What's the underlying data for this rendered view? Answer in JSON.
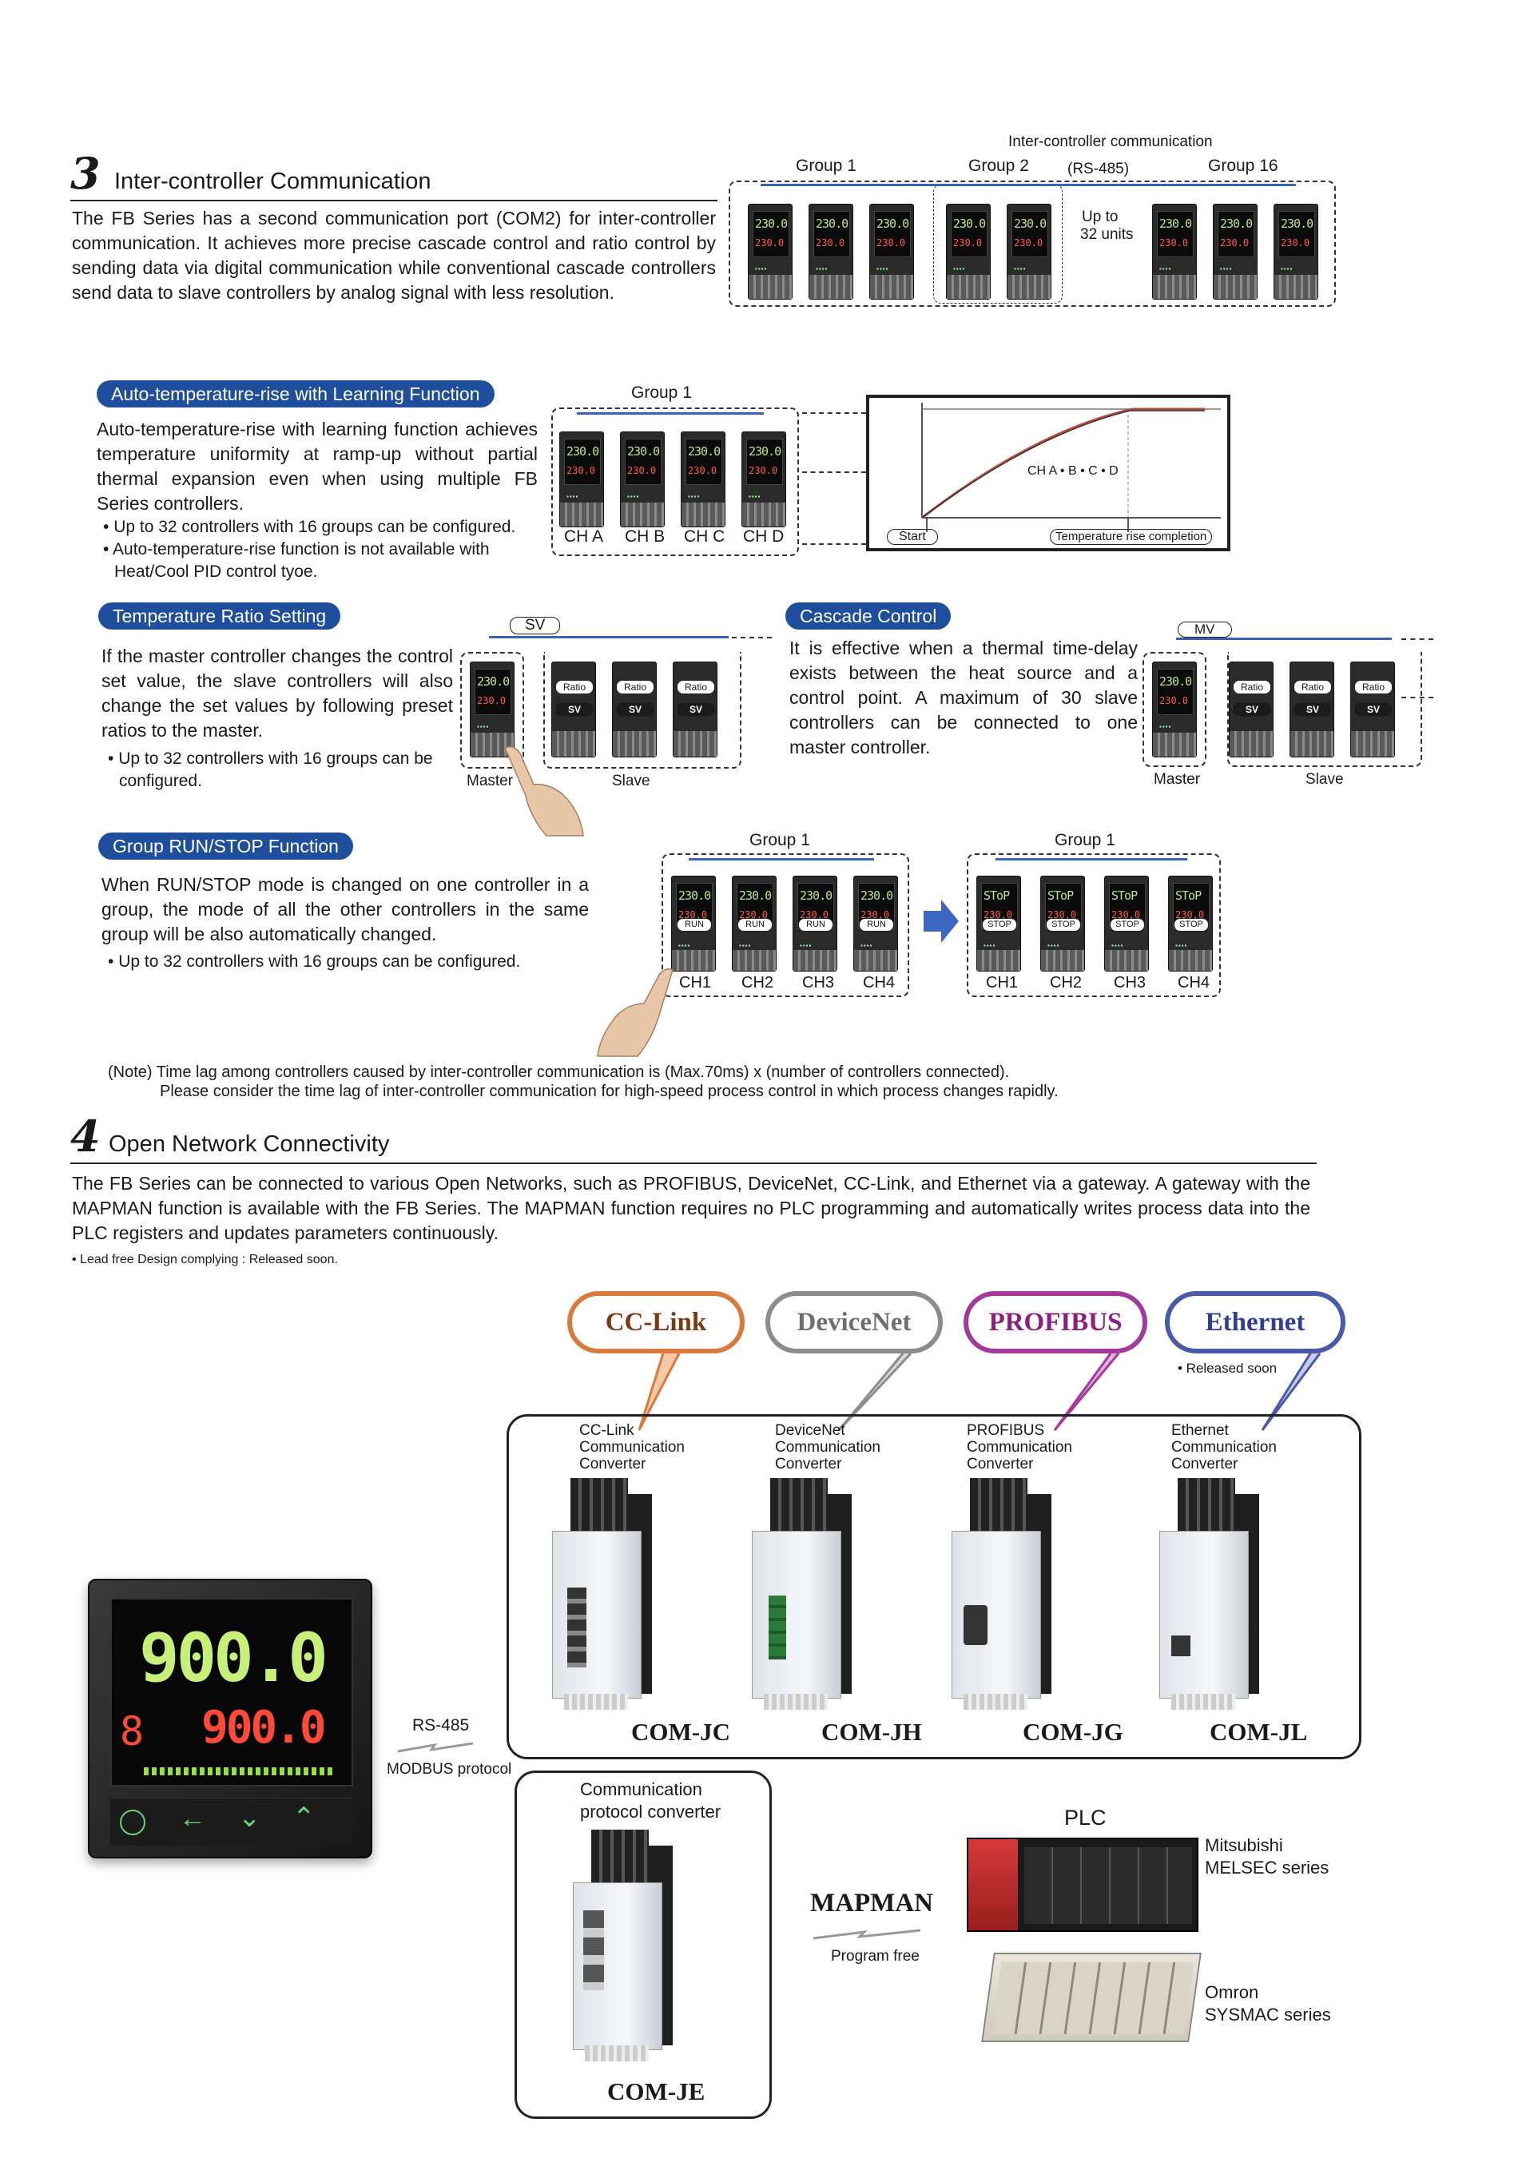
{
  "section3": {
    "number": "3",
    "title": "Inter-controller Communication",
    "body": "The FB Series has a second communication port (COM2) for inter-controller communication. It achieves more precise cascade control and ratio control by sending data via digital communication while  conventional cascade controllers send data to slave controllers by analog signal with less resolution.",
    "diagram": {
      "comm_label": "Inter-controller communication",
      "rs485": "(RS-485)",
      "groups": [
        "Group 1",
        "Group 2",
        "Group 16"
      ],
      "upto": "Up to",
      "units": "32 units"
    },
    "display_pv": "230.0",
    "display_sv": "230.0"
  },
  "learning": {
    "pill": "Auto-temperature-rise with Learning Function",
    "body": "Auto-temperature-rise with learning function achieves temperature uniformity at ramp-up without partial thermal expansion even when using multiple FB Series controllers.",
    "bullets": [
      "Up to 32 controllers with 16 groups can be configured.",
      "Auto-temperature-rise function is not available with Heat/Cool PID control tyoe."
    ],
    "group": "Group 1",
    "channels": [
      "CH A",
      "CH B",
      "CH C",
      "CH D"
    ],
    "chart_curve_label": "CH A • B • C • D",
    "start": "Start",
    "completion": "Temperature rise completion"
  },
  "ratio": {
    "pill": "Temperature Ratio Setting",
    "body": "If the master controller changes the control set value, the slave controllers will also change the set values by following preset ratios to the master.",
    "bullets": [
      "Up to 32 controllers with 16 groups can be configured."
    ],
    "sv": "SV",
    "ratio": "Ratio",
    "master": "Master",
    "slave": "Slave"
  },
  "cascade": {
    "pill": "Cascade Control",
    "body": "It is effective when a thermal time-delay exists between the heat source and a control point. A maximum of 30 slave controllers can be connected to one master controller.",
    "mv": "MV",
    "ratio": "Ratio",
    "sv": "SV",
    "master": "Master",
    "slave": "Slave"
  },
  "runstop": {
    "pill": "Group RUN/STOP Function",
    "body": "When RUN/STOP mode is changed on one controller in a group, the mode of all the other controllers in the same group will be also automatically changed.",
    "bullets": [
      "Up to 32 controllers with 16 groups can be configured."
    ],
    "group": "Group 1",
    "channels": [
      "CH1",
      "CH2",
      "CH3",
      "CH4"
    ],
    "run": "RUN",
    "stop": "STOP",
    "stop_display": "SToP"
  },
  "note": {
    "line1": "(Note) Time lag among controllers caused by inter-controller communication is (Max.70ms) x (number of controllers connected).",
    "line2": "Please consider the time lag of inter-controller communication for high-speed process control in which process changes rapidly."
  },
  "section4": {
    "number": "4",
    "title": "Open Network Connectivity",
    "body": "The FB Series can be connected to various Open Networks, such as PROFIBUS, DeviceNet, CC-Link, and Ethernet via a gateway. A gateway with the MAPMAN function is available with the FB Series. The MAPMAN function requires no PLC programming and automatically writes process data into the PLC registers and updates parameters continuously.",
    "footnote": "• Lead free Design complying : Released soon.",
    "networks": [
      {
        "name": "CC-Link",
        "color": "#d97b3e",
        "text_color": "#7a3a16",
        "converter": "CC-Link\nCommunication\nConverter",
        "model": "COM-JC"
      },
      {
        "name": "DeviceNet",
        "color": "#8c8c8c",
        "text_color": "#6e6e6e",
        "converter": "DeviceNet\nCommunication\nConverter",
        "model": "COM-JH"
      },
      {
        "name": "PROFIBUS",
        "color": "#a23a9c",
        "text_color": "#8a2180",
        "converter": "PROFIBUS\nCommunication\nConverter",
        "model": "COM-JG"
      },
      {
        "name": "Ethernet",
        "color": "#4a59a8",
        "text_color": "#2f3f95",
        "converter": "Ethernet\nCommunication\nConverter",
        "model": "COM-JL"
      }
    ],
    "released_soon": "• Released soon",
    "rs485": "RS-485",
    "modbus": "MODBUS protocol",
    "controller_pv": "900.0",
    "controller_sv": "900.0",
    "controller_sv_prefix": "8",
    "protocol_converter": "Communication\nprotocol converter",
    "com_je": "COM-JE",
    "mapman": "MAPMAN",
    "program_free": "Program free",
    "plc": "PLC",
    "mitsubishi": "Mitsubishi\nMELSEC series",
    "omron": "Omron\nSYSMAC series"
  }
}
